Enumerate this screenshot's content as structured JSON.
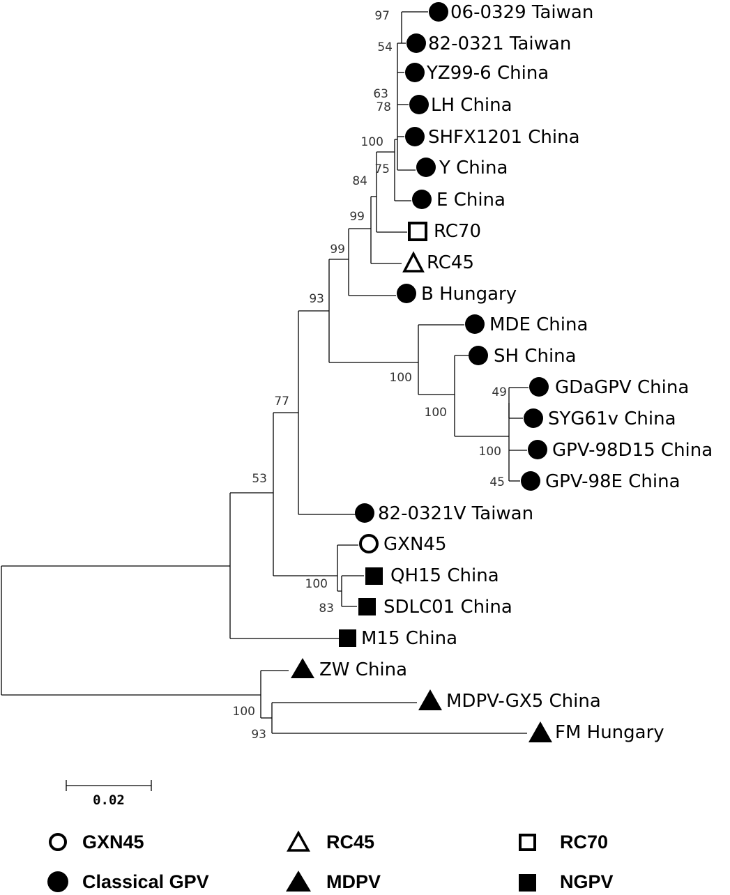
{
  "tree": {
    "taxa": [
      {
        "id": "t06_0329",
        "label": "06-0329 Taiwan",
        "group": "classical_gpv"
      },
      {
        "id": "t82_0321",
        "label": "82-0321 Taiwan",
        "group": "classical_gpv"
      },
      {
        "id": "yz99",
        "label": "YZ99-6 China",
        "group": "classical_gpv"
      },
      {
        "id": "lh",
        "label": "LH China",
        "group": "classical_gpv"
      },
      {
        "id": "shfx",
        "label": "SHFX1201 China",
        "group": "classical_gpv"
      },
      {
        "id": "y",
        "label": "Y China",
        "group": "classical_gpv"
      },
      {
        "id": "e",
        "label": "E China",
        "group": "classical_gpv"
      },
      {
        "id": "rc70",
        "label": "RC70",
        "group": "rc70"
      },
      {
        "id": "rc45",
        "label": "RC45",
        "group": "rc45"
      },
      {
        "id": "bhun",
        "label": "B Hungary",
        "group": "classical_gpv"
      },
      {
        "id": "mde",
        "label": "MDE China",
        "group": "classical_gpv"
      },
      {
        "id": "sh",
        "label": "SH China",
        "group": "classical_gpv"
      },
      {
        "id": "gda",
        "label": "GDaGPV China",
        "group": "classical_gpv"
      },
      {
        "id": "syg",
        "label": "SYG61v China",
        "group": "classical_gpv"
      },
      {
        "id": "g98d",
        "label": "GPV-98D15 China",
        "group": "classical_gpv"
      },
      {
        "id": "g98e",
        "label": "GPV-98E China",
        "group": "classical_gpv"
      },
      {
        "id": "t82v",
        "label": "82-0321V Taiwan",
        "group": "classical_gpv"
      },
      {
        "id": "gxn",
        "label": "GXN45",
        "group": "gxn45"
      },
      {
        "id": "qh15",
        "label": "QH15 China",
        "group": "ngpv"
      },
      {
        "id": "sdlc",
        "label": "SDLC01 China",
        "group": "ngpv"
      },
      {
        "id": "m15",
        "label": "M15 China",
        "group": "ngpv"
      },
      {
        "id": "zw",
        "label": "ZW China",
        "group": "mdpv"
      },
      {
        "id": "mdpvgx5",
        "label": "MDPV-GX5 China",
        "group": "mdpv"
      },
      {
        "id": "fm",
        "label": "FM Hungary",
        "group": "mdpv"
      }
    ],
    "bootstrap_values": [
      "97",
      "54",
      "63",
      "78",
      "100",
      "75",
      "84",
      "99",
      "99",
      "93",
      "100",
      "100",
      "49",
      "100",
      "45",
      "77",
      "53",
      "100",
      "83",
      "100",
      "93"
    ]
  },
  "scale_bar": {
    "label": "0.02"
  },
  "legend": {
    "items": [
      {
        "label": "GXN45",
        "symbol": "open-circle"
      },
      {
        "label": "RC45",
        "symbol": "open-triangle"
      },
      {
        "label": "RC70",
        "symbol": "open-square"
      },
      {
        "label": "Classical GPV",
        "symbol": "filled-circle"
      },
      {
        "label": "MDPV",
        "symbol": "filled-triangle"
      },
      {
        "label": "NGPV",
        "symbol": "filled-square"
      }
    ]
  }
}
